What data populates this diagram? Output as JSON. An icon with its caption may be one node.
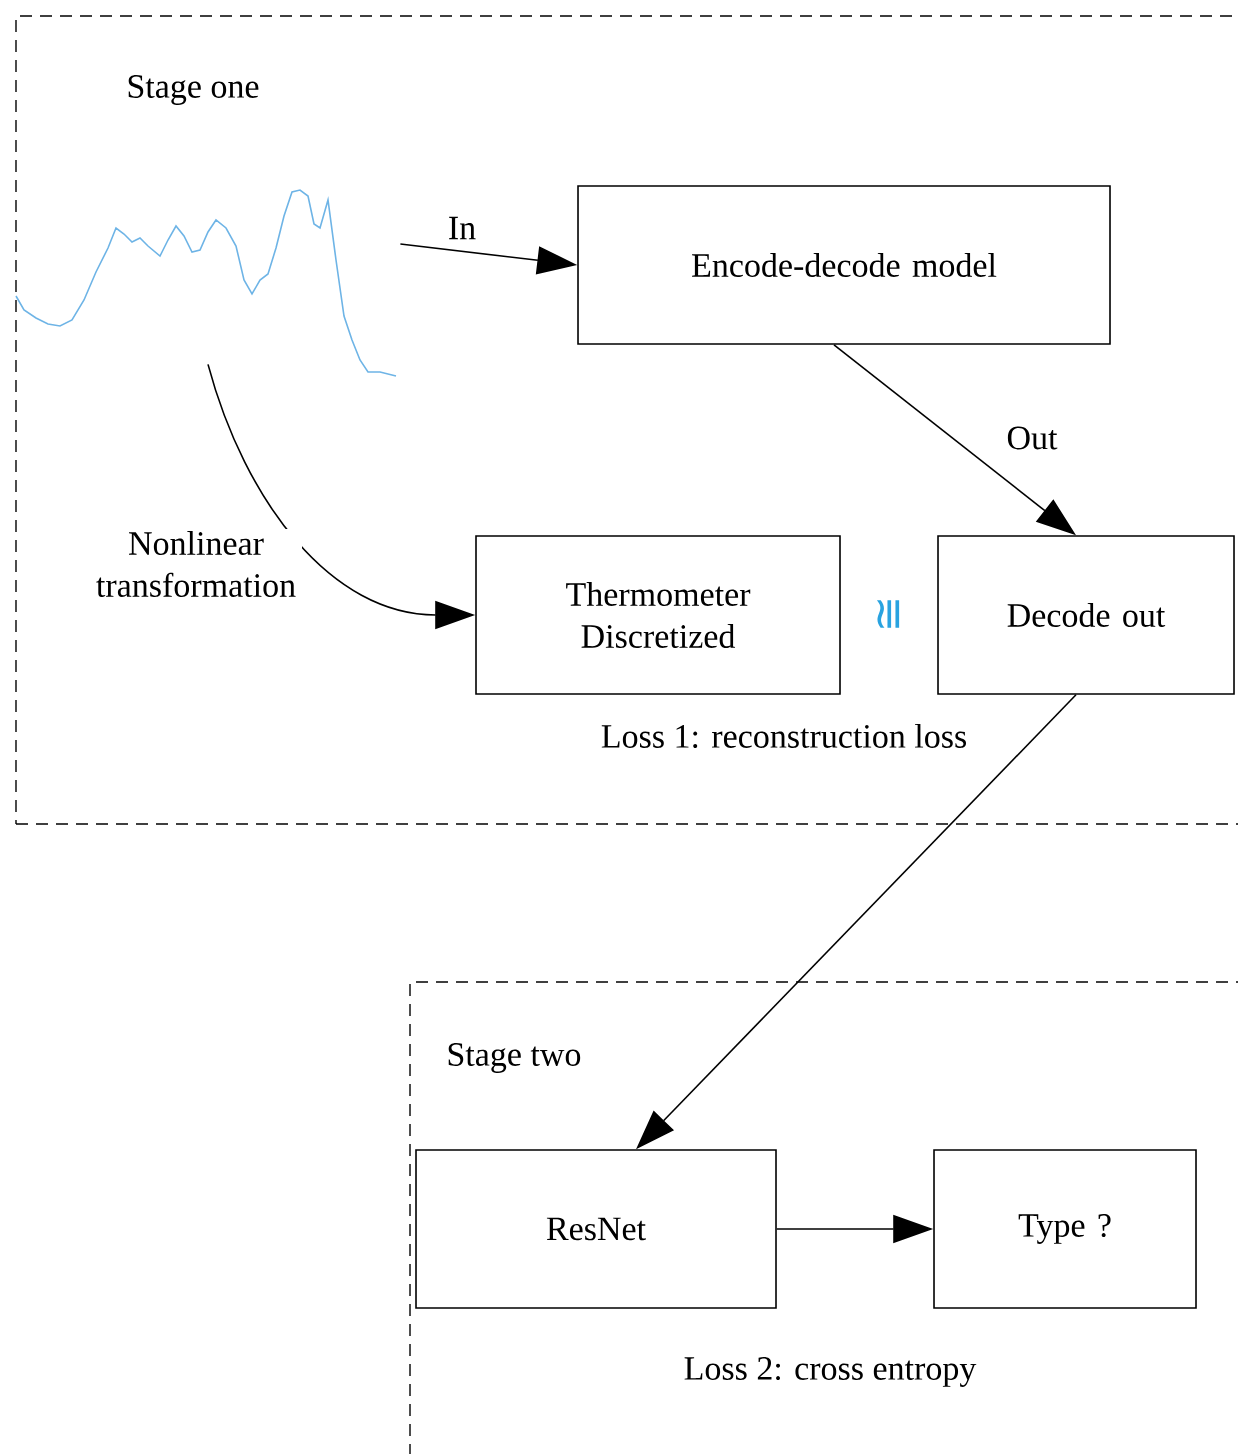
{
  "diagram": {
    "nodes": [
      {
        "text": [
          "Stage one"
        ]
      },
      {
        "text": [],
        "shape": "picture",
        "in": 0
      },
      {
        "text": [
          "Encode-decode model"
        ],
        "in": 0
      },
      {
        "text": [
          "Thermometer Discretized"
        ],
        "in": 0
      },
      {
        "text": [
          "Decode out"
        ],
        "in": 0
      },
      {
        "text": [
          "Stage two"
        ]
      },
      {
        "text": [
          "ResNet"
        ],
        "in": 5
      },
      {
        "text": [
          "Type ?"
        ],
        "in": 5
      }
    ],
    "edges": [
      {
        "from": 1,
        "to": 2,
        "arrow": "to",
        "label": "In"
      },
      {
        "from": 1,
        "to": 3,
        "arrow": "to",
        "label": "Nonlinear transformation"
      },
      {
        "from": 2,
        "to": 4,
        "arrow": "to",
        "label": "Out"
      },
      {
        "from": 4,
        "to": 6,
        "arrow": "to"
      },
      {
        "from": 6,
        "to": 7,
        "arrow": "to"
      }
    ],
    "labels": [
      "≅",
      "Loss 1: reconstruction loss",
      "Loss 2: cross entropy"
    ]
  }
}
